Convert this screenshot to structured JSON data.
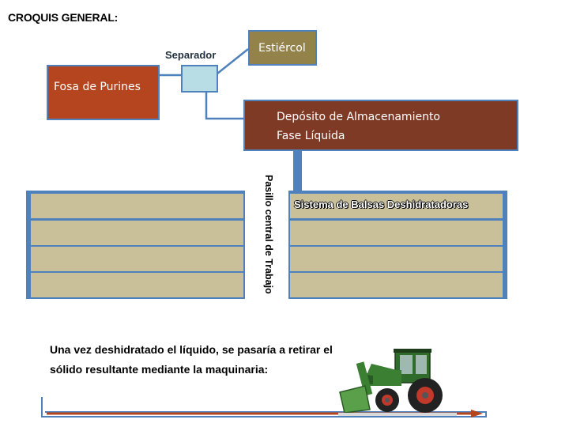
{
  "title": "CROQUIS GENERAL:",
  "nodes": {
    "fosa": "Fosa de Purines",
    "separador": "Separador",
    "estiercol": "Estiércol",
    "deposito_line1": "Depósito de Almacenamiento",
    "deposito_line2": "Fase Líquida",
    "sistema": "Sistema de Balsas Deshidratadoras",
    "pasillo": "Pasillo central de Trabajo"
  },
  "note": "Una vez deshidratado el líquido, se pasaría a retirar el sólido resultante mediante la maquinaria:",
  "colors": {
    "fosa": "#b5451f",
    "estiercol": "#93824a",
    "separador": "#b8dde5",
    "deposito": "#7f3a25",
    "balsa": "#c9c09a",
    "connector": "#4f81bd"
  },
  "images": {
    "machinery": "green-tractor-with-front-loader"
  }
}
